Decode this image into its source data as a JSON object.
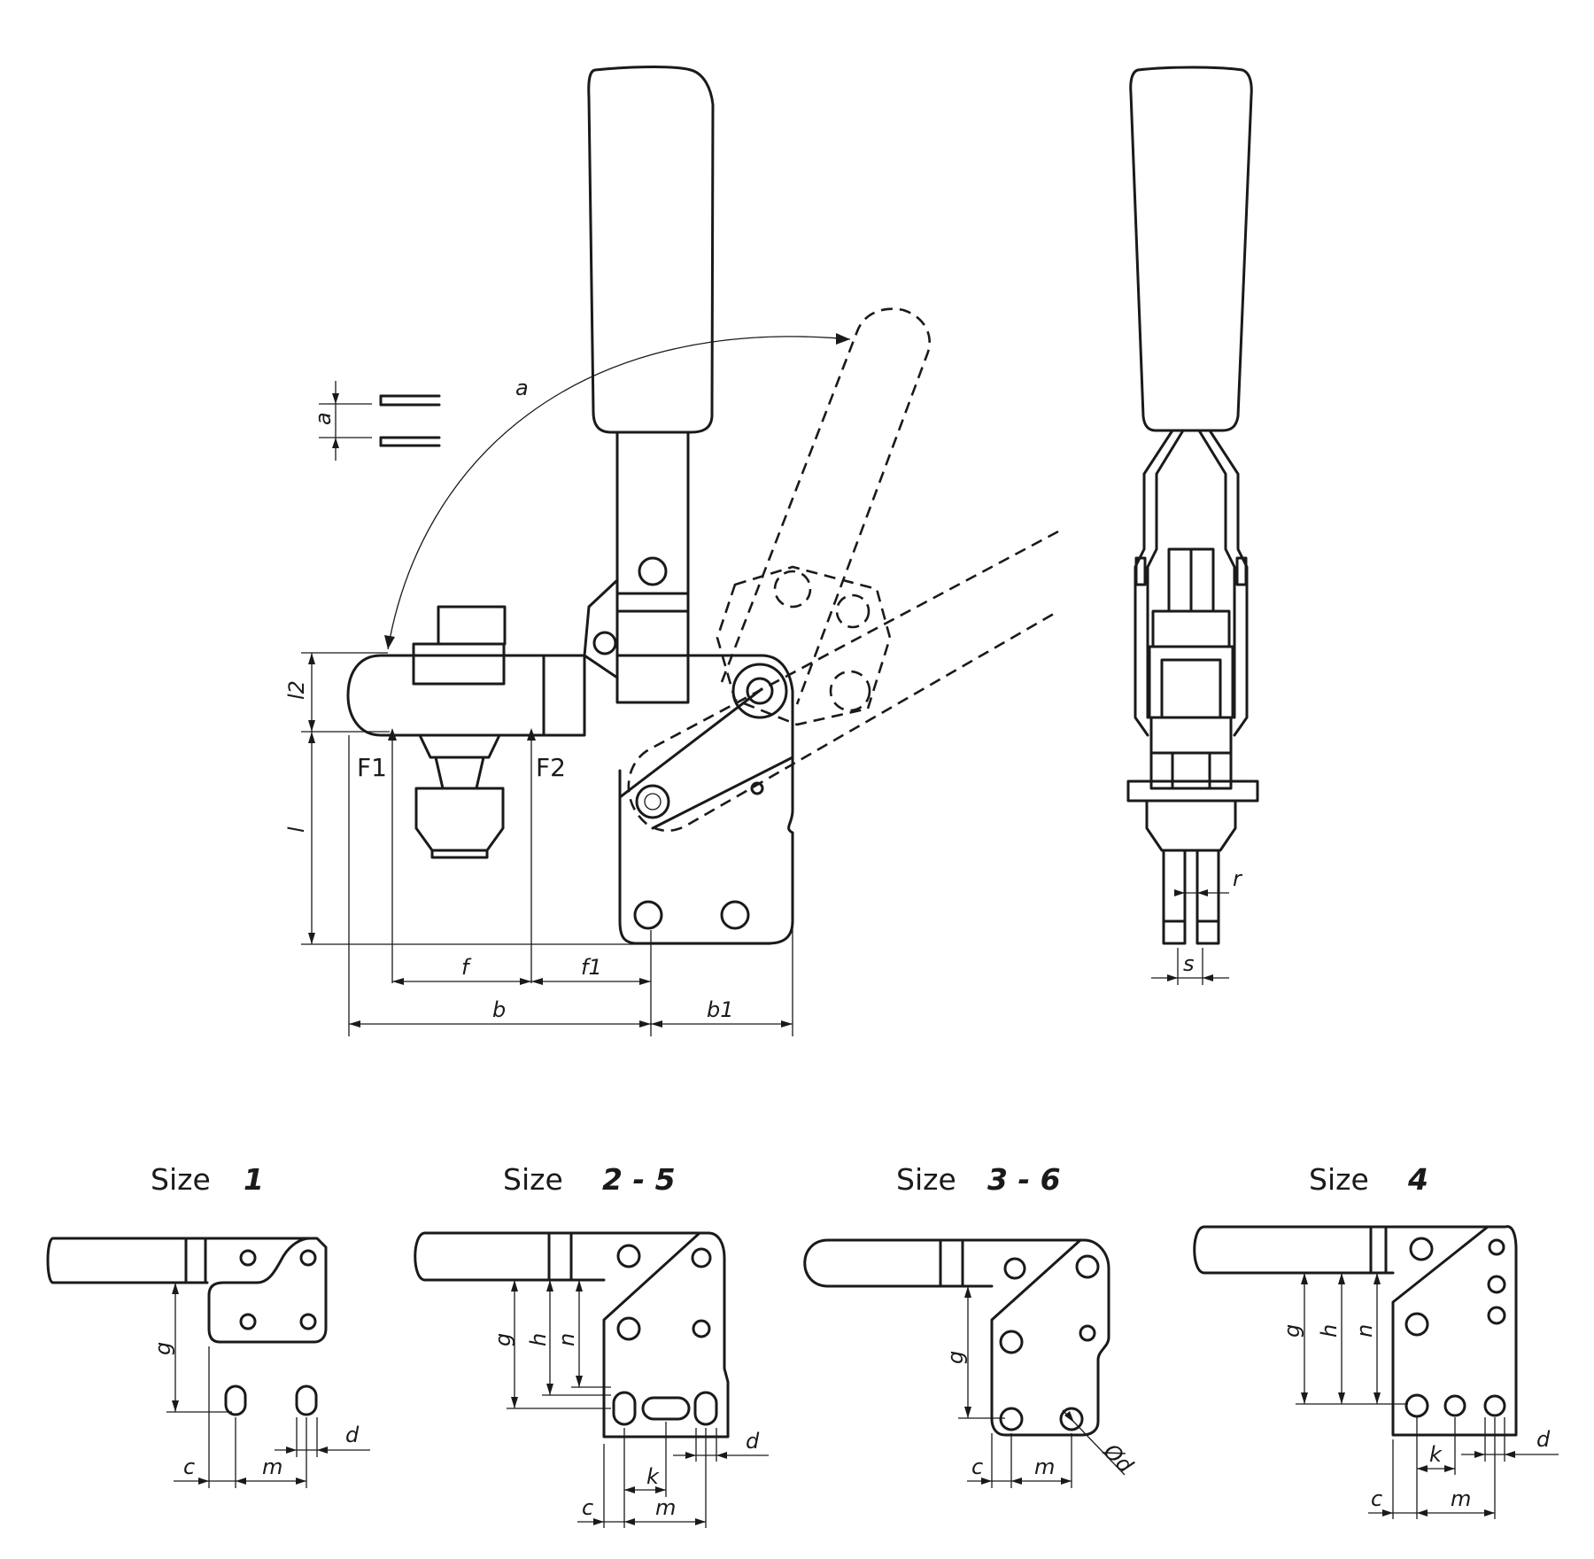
{
  "main_view": {
    "angle_label": "a",
    "gap_label": "a",
    "force_labels": [
      "F1",
      "F2"
    ],
    "dims": {
      "l2": "l2",
      "l": "l",
      "f": "f",
      "f1": "f1",
      "b": "b",
      "b1": "b1"
    }
  },
  "side_view": {
    "dims": {
      "r": "r",
      "s": "s"
    }
  },
  "variants": [
    {
      "prefix": "Size",
      "size": "1",
      "dims": [
        "g",
        "c",
        "m",
        "d"
      ]
    },
    {
      "prefix": "Size",
      "size": "2 - 5",
      "dims": [
        "g",
        "h",
        "n",
        "c",
        "m",
        "k",
        "d"
      ]
    },
    {
      "prefix": "Size",
      "size": "3 - 6",
      "dims": [
        "g",
        "c",
        "m",
        "Ød"
      ]
    },
    {
      "prefix": "Size",
      "size": "4",
      "dims": [
        "g",
        "h",
        "n",
        "c",
        "k",
        "m",
        "d"
      ]
    }
  ]
}
